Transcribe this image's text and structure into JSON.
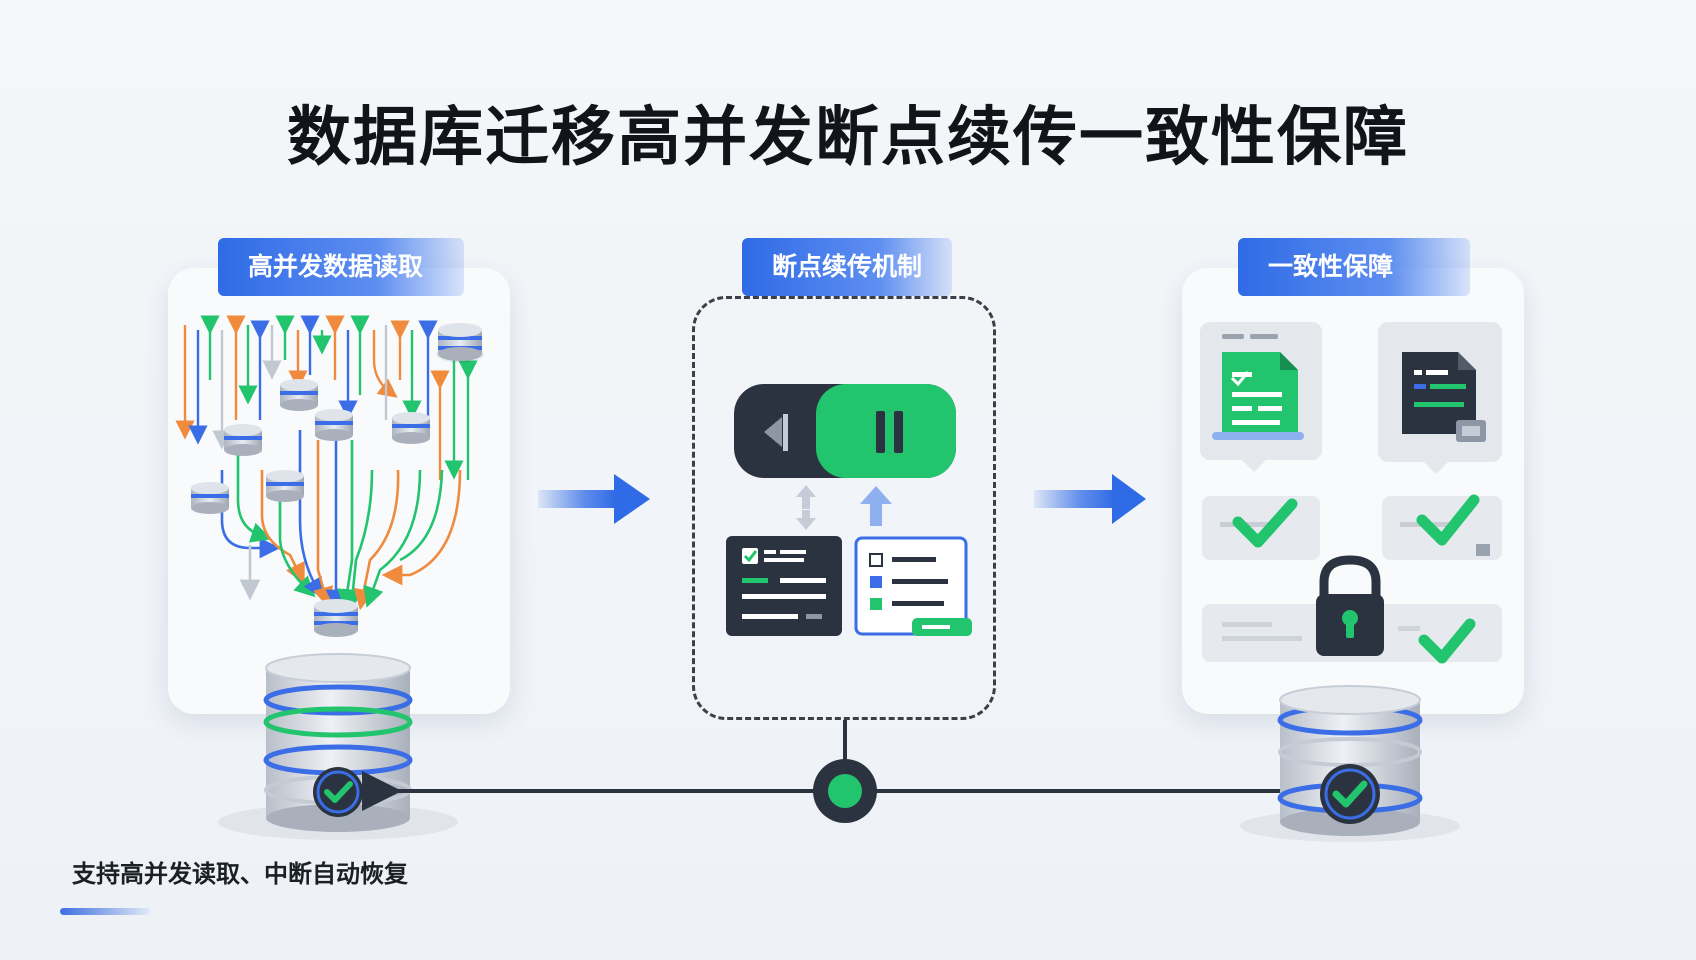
{
  "title": "数据库迁移高并发断点续传一致性保障",
  "sections": {
    "read": {
      "label": "高并发数据读取"
    },
    "resume": {
      "label": "断点续传机制"
    },
    "consistency": {
      "label": "一致性保障"
    }
  },
  "footer": {
    "caption": "支持高并发读取、中断自动恢复"
  },
  "colors": {
    "accent_blue": "#2f6be6",
    "accent_green": "#22c46e",
    "accent_orange": "#f08a3c",
    "dark": "#2b3340"
  },
  "icons": [
    "database-icon",
    "pause-icon",
    "rewind-icon",
    "checklist-icon",
    "document-icon",
    "checkmark-icon",
    "lock-icon",
    "arrow-right-icon"
  ]
}
